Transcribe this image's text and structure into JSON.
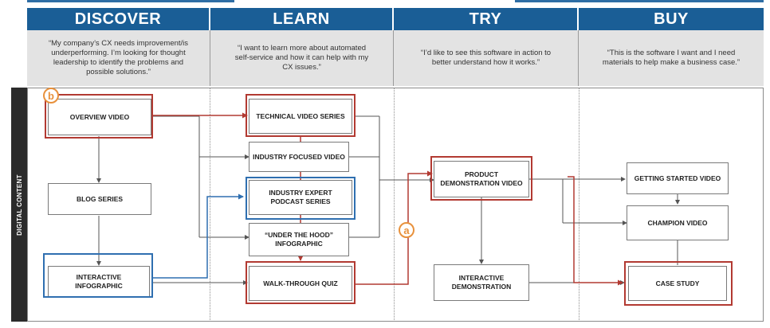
{
  "phases": [
    {
      "title": "DISCOVER",
      "quote": "“My company’s CX needs improvement/is underperforming. I’m looking for thought leadership to identify the problems and possible solutions.”"
    },
    {
      "title": "LEARN",
      "quote": "“I want to learn more about automated self-service and how it can help with my CX issues.”"
    },
    {
      "title": "TRY",
      "quote": "“I’d like to see this software in action to better understand how it works.”"
    },
    {
      "title": "BUY",
      "quote": "“This is the software I want and I need materials to help make a business case.”"
    }
  ],
  "side_label": "DIGITAL CONTENT",
  "nodes": {
    "overview_video": "OVERVIEW VIDEO",
    "blog_series": "BLOG SERIES",
    "interactive_infographic": "INTERACTIVE INFOGRAPHIC",
    "technical_video_series": "TECHNICAL VIDEO SERIES",
    "industry_focused_video": "INDUSTRY FOCUSED VIDEO",
    "industry_expert_podcast": "INDUSTRY EXPERT PODCAST SERIES",
    "under_the_hood": "“UNDER THE HOOD” INFOGRAPHIC",
    "walk_through_quiz": "WALK-THROUGH QUIZ",
    "product_demonstration_video": "PRODUCT DEMONSTRATION VIDEO",
    "interactive_demonstration": "INTERACTIVE DEMONSTRATION",
    "getting_started_video": "GETTING STARTED VIDEO",
    "champion_video": "CHAMPION VIDEO",
    "case_study": "CASE STUDY"
  },
  "badges": {
    "a": "a",
    "b": "b"
  },
  "colors": {
    "header": "#1a5e96",
    "quote_bg": "#e3e3e3",
    "highlight_red": "#b23a32",
    "highlight_blue": "#2f6fb0",
    "badge": "#e8913c",
    "connector": "#555555"
  }
}
